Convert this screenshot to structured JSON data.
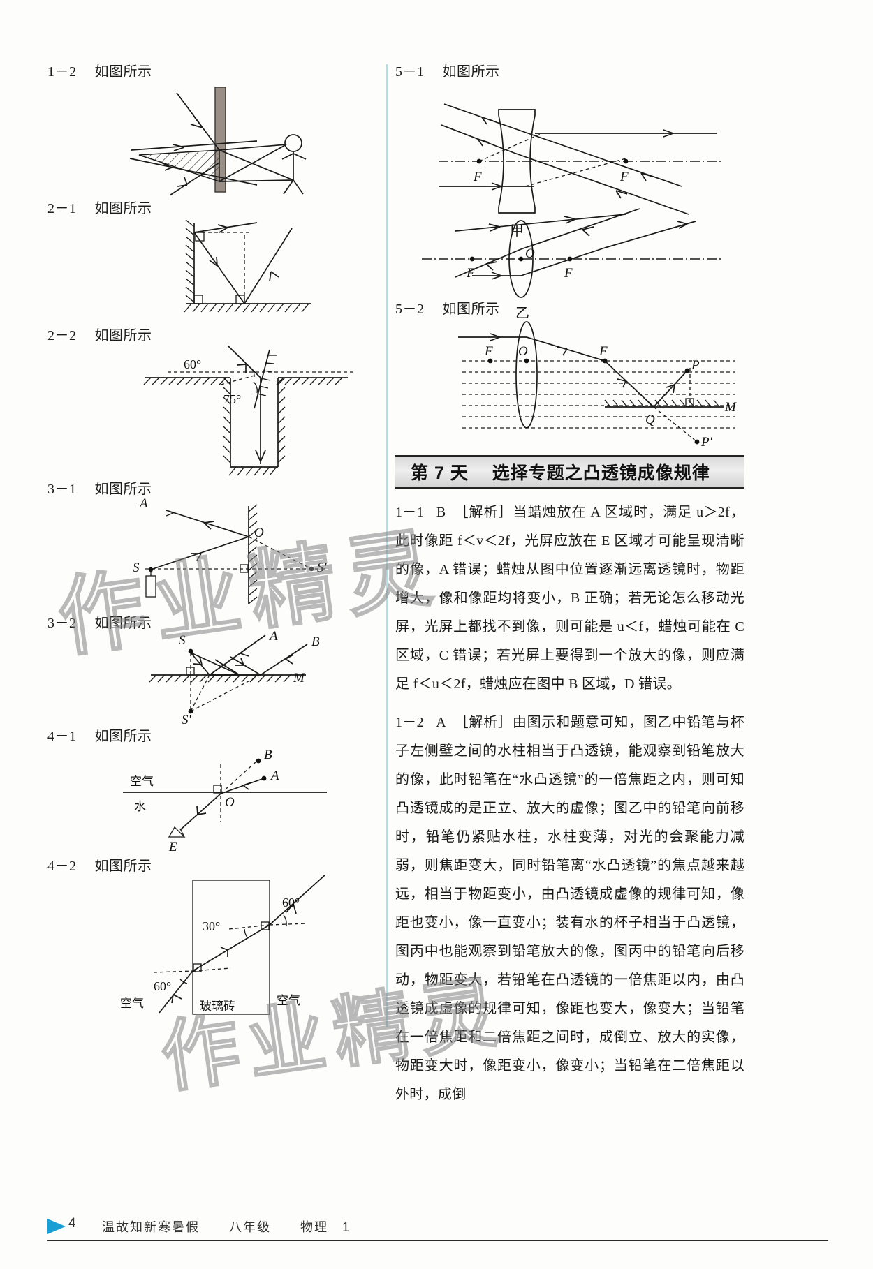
{
  "page": {
    "number": "4",
    "footer_book": "温故知新寒暑假",
    "footer_grade": "八年级",
    "footer_subject": "物理",
    "footer_volume": "1",
    "watermark": "作业精灵"
  },
  "left_column": {
    "items": [
      {
        "num": "1－2",
        "text": "如图所示",
        "figure": "fig-1-2"
      },
      {
        "num": "2－1",
        "text": "如图所示",
        "figure": "fig-2-1"
      },
      {
        "num": "2－2",
        "text": "如图所示",
        "figure": "fig-2-2"
      },
      {
        "num": "3－1",
        "text": "如图所示",
        "figure": "fig-3-1"
      },
      {
        "num": "3－2",
        "text": "如图所示",
        "figure": "fig-3-2"
      },
      {
        "num": "4－1",
        "text": "如图所示",
        "figure": "fig-4-1"
      },
      {
        "num": "4－2",
        "text": "如图所示",
        "figure": "fig-4-2"
      }
    ],
    "fig_2_2": {
      "angle_top": "60°",
      "angle_bottom": "75°"
    },
    "fig_3_1": {
      "labels": [
        "A",
        "O",
        "S",
        "S'"
      ]
    },
    "fig_3_2": {
      "labels": [
        "S",
        "A",
        "B",
        "M",
        "S'"
      ]
    },
    "fig_4_1": {
      "labels": [
        "B",
        "A",
        "O",
        "E"
      ],
      "medium_top": "空气",
      "medium_bottom": "水"
    },
    "fig_4_2": {
      "angle_in": "60°",
      "angle_refract": "30°",
      "angle_out": "60°",
      "medium_left": "空气",
      "medium_right": "空气",
      "block_label": "玻璃砖"
    }
  },
  "right_column": {
    "items": [
      {
        "num": "5－1",
        "text": "如图所示",
        "figure": "fig-5-1"
      },
      {
        "num": "5－2",
        "text": "如图所示",
        "figure": "fig-5-2"
      }
    ],
    "fig_5_1": {
      "lens_a_caption": "甲",
      "lens_b_caption": "乙",
      "focus_left": "F",
      "focus_right": "F",
      "center": "O"
    },
    "fig_5_2": {
      "focus_left": "F",
      "center": "O",
      "focus_right": "F",
      "point_p": "P",
      "point_q": "Q",
      "point_m": "M",
      "point_p_prime": "P'"
    },
    "day_title": {
      "day": "第 7 天",
      "topic": "选择专题之凸透镜成像规律"
    },
    "answers": [
      {
        "num": "1－1",
        "choice": "B",
        "tag": "［解析］",
        "body": "当蜡烛放在 A 区域时，满足 u＞2f，此时像距 f＜v＜2f，光屏应放在 E 区域才可能呈现清晰的像，A 错误；蜡烛从图中位置逐渐远离透镜时，物距增大，像和像距均将变小，B 正确；若无论怎么移动光屏，光屏上都找不到像，则可能是 u＜f，蜡烛可能在 C 区域，C 错误；若光屏上要得到一个放大的像，则应满足 f＜u＜2f，蜡烛应在图中 B 区域，D 错误。"
      },
      {
        "num": "1－2",
        "choice": "A",
        "tag": "［解析］",
        "body": "由图示和题意可知，图乙中铅笔与杯子左侧壁之间的水柱相当于凸透镜，能观察到铅笔放大的像，此时铅笔在“水凸透镜”的一倍焦距之内，则可知凸透镜成的是正立、放大的虚像；图乙中的铅笔向前移时，铅笔仍紧贴水柱，水柱变薄，对光的会聚能力减弱，则焦距变大，同时铅笔离“水凸透镜”的焦点越来越远，相当于物距变小，由凸透镜成虚像的规律可知，像距也变小，像一直变小；装有水的杯子相当于凸透镜，图丙中也能观察到铅笔放大的像，图丙中的铅笔向后移动，物距变大，若铅笔在凸透镜的一倍焦距以内，由凸透镜成虚像的规律可知，像距也变大，像变大；当铅笔在一倍焦距和二倍焦距之间时，成倒立、放大的实像，物距变大时，像距变小，像变小；当铅笔在二倍焦距以外时，成倒"
      }
    ]
  }
}
